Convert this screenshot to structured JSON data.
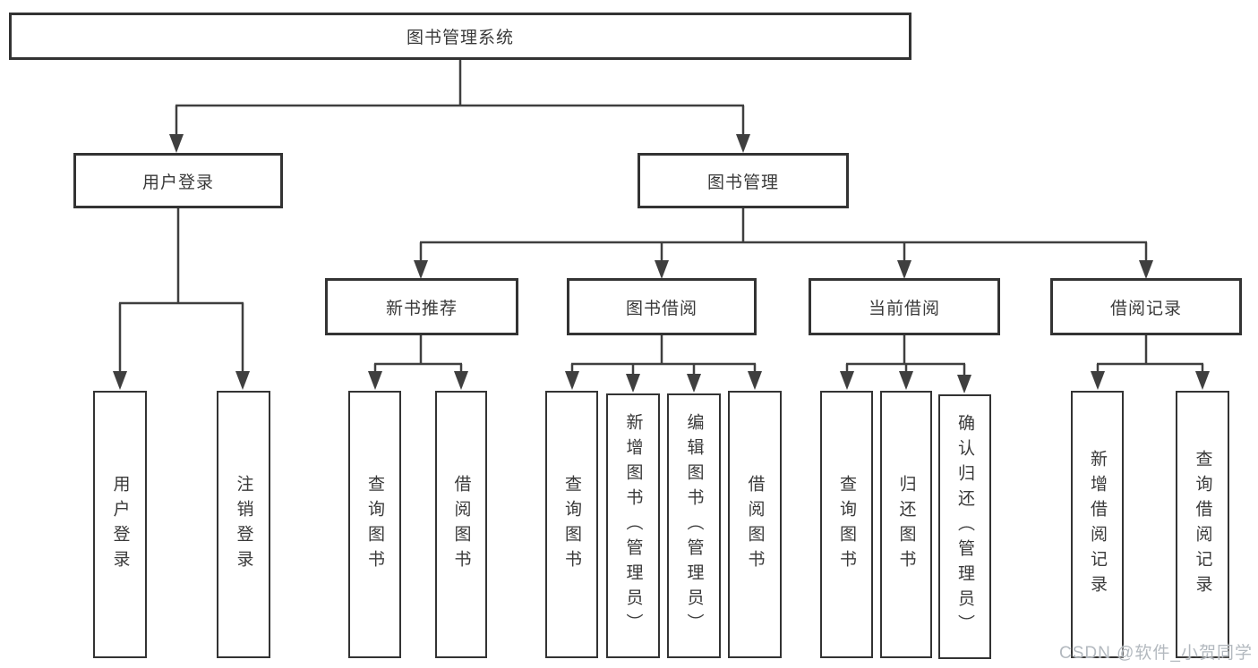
{
  "diagram": {
    "root": {
      "label": "图书管理系统"
    },
    "level2": [
      {
        "label": "用户登录"
      },
      {
        "label": "图书管理"
      }
    ],
    "level3": [
      {
        "label": "新书推荐"
      },
      {
        "label": "图书借阅"
      },
      {
        "label": "当前借阅"
      },
      {
        "label": "借阅记录"
      }
    ],
    "leaves": {
      "user_login": [
        "用户登录",
        "注销登录"
      ],
      "new_book": [
        "查询图书",
        "借阅图书"
      ],
      "book_borrow": [
        "查询图书",
        "新增图书（管理员）",
        "编辑图书（管理员）",
        "借阅图书"
      ],
      "current_borrow": [
        "查询图书",
        "归还图书",
        "确认归还（管理员）"
      ],
      "borrow_record": [
        "新增借阅记录",
        "查询借阅记录"
      ]
    },
    "colors": {
      "line": "#3f3f3f",
      "border": "#333333",
      "text": "#3a3a3a",
      "watermark": "#b3b9bf"
    }
  },
  "watermark": {
    "text": "CSDN @软件_小贺同学"
  }
}
